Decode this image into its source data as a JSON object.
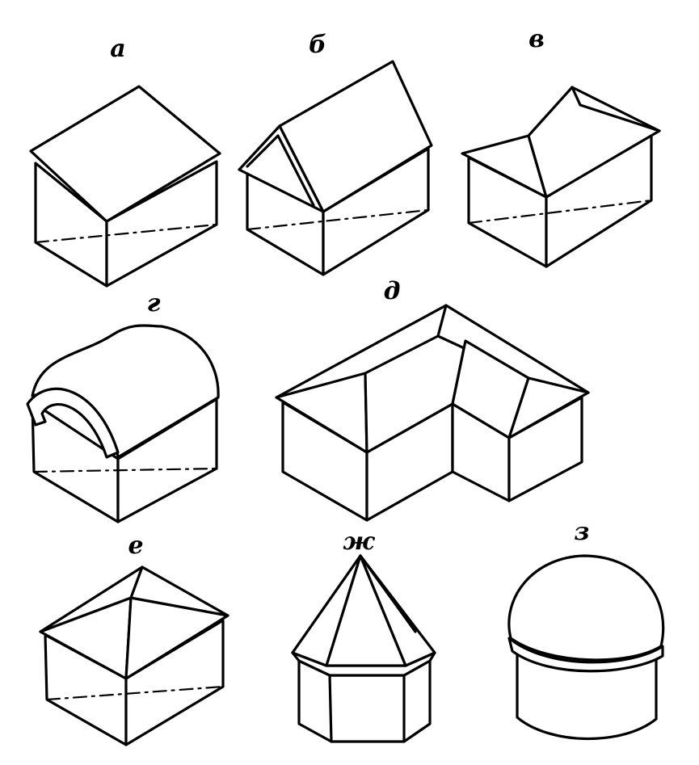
{
  "labels": {
    "a": "а",
    "b": "б",
    "v": "в",
    "g": "г",
    "d": "д",
    "e": "е",
    "zh": "ж",
    "z": "з"
  },
  "colors": {
    "line": "#000000",
    "background": "#ffffff"
  }
}
